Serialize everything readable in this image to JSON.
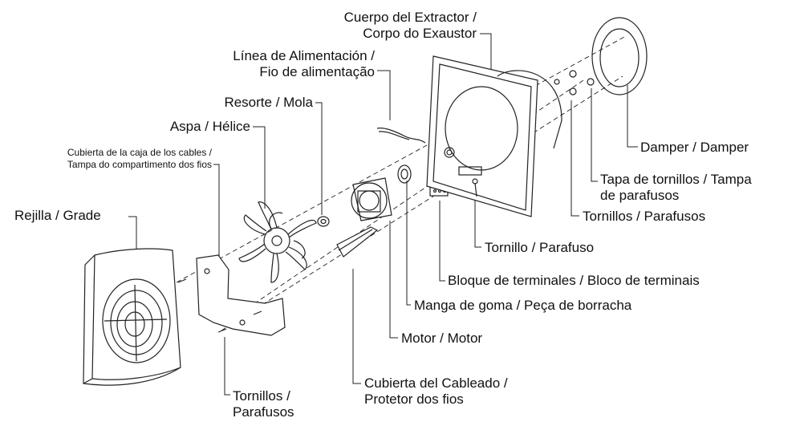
{
  "labels": {
    "cuerpo": {
      "line1": "Cuerpo del Extractor /",
      "line2": "Corpo do Exaustor"
    },
    "linea": {
      "line1": "Línea de Alimentación /",
      "line2": "Fio de alimentação"
    },
    "resorte": {
      "line1": "Resorte / Mola"
    },
    "aspa": {
      "line1": "Aspa / Hélice"
    },
    "cubierta_caja": {
      "line1": "Cubierta de la caja de los cables /",
      "line2": "Tampa do compartimento dos fios"
    },
    "rejilla": {
      "line1": "Rejilla / Grade"
    },
    "tornillos_left": {
      "line1": "Tornillos /",
      "line2": "Parafusos"
    },
    "cubierta_cableado": {
      "line1": "Cubierta del Cableado /",
      "line2": "Protetor dos fios"
    },
    "motor": {
      "line1": "Motor / Motor"
    },
    "manga": {
      "line1": "Manga de goma / Peça de borracha"
    },
    "bloque": {
      "line1": "Bloque de terminales / Bloco de terminais"
    },
    "tornillo": {
      "line1": "Tornillo / Parafuso"
    },
    "tornillos_right": {
      "line1": "Tornillos / Parafusos"
    },
    "tapa": {
      "line1": "Tapa de tornillos / Tampa",
      "line2": "de parafusos"
    },
    "damper": {
      "line1": "Damper / Damper"
    }
  }
}
